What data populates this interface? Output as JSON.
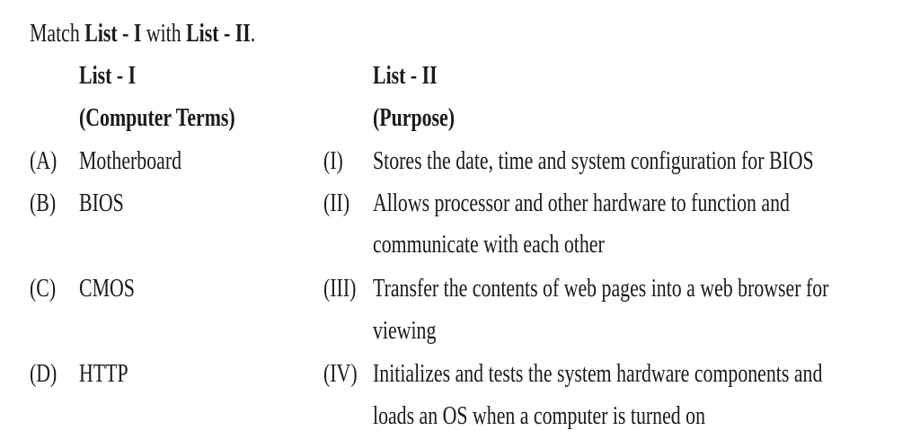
{
  "question": {
    "intro_prefix": "Match ",
    "intro_list1": "List - I",
    "intro_mid": " with ",
    "intro_list2": "List - II",
    "intro_suffix": "."
  },
  "list1": {
    "heading": "List - I",
    "subheading": "(Computer Terms)",
    "items": [
      {
        "label": "(A)",
        "text": "Motherboard"
      },
      {
        "label": "(B)",
        "text": "BIOS"
      },
      {
        "label": "(C)",
        "text": "CMOS"
      },
      {
        "label": "(D)",
        "text": "HTTP"
      }
    ]
  },
  "list2": {
    "heading": "List - II",
    "subheading": "(Purpose)",
    "items": [
      {
        "label": "(I)",
        "lines": [
          "Stores the date, time and system configuration for BIOS"
        ]
      },
      {
        "label": "(II)",
        "lines": [
          "Allows processor and other hardware to function and",
          "communicate with each other"
        ]
      },
      {
        "label": "(III)",
        "lines": [
          "Transfer the contents of web pages into a web browser for",
          "viewing"
        ]
      },
      {
        "label": "(IV)",
        "lines": [
          "Initializes and tests the system hardware components and",
          "loads an OS when a computer is turned on"
        ]
      }
    ]
  }
}
